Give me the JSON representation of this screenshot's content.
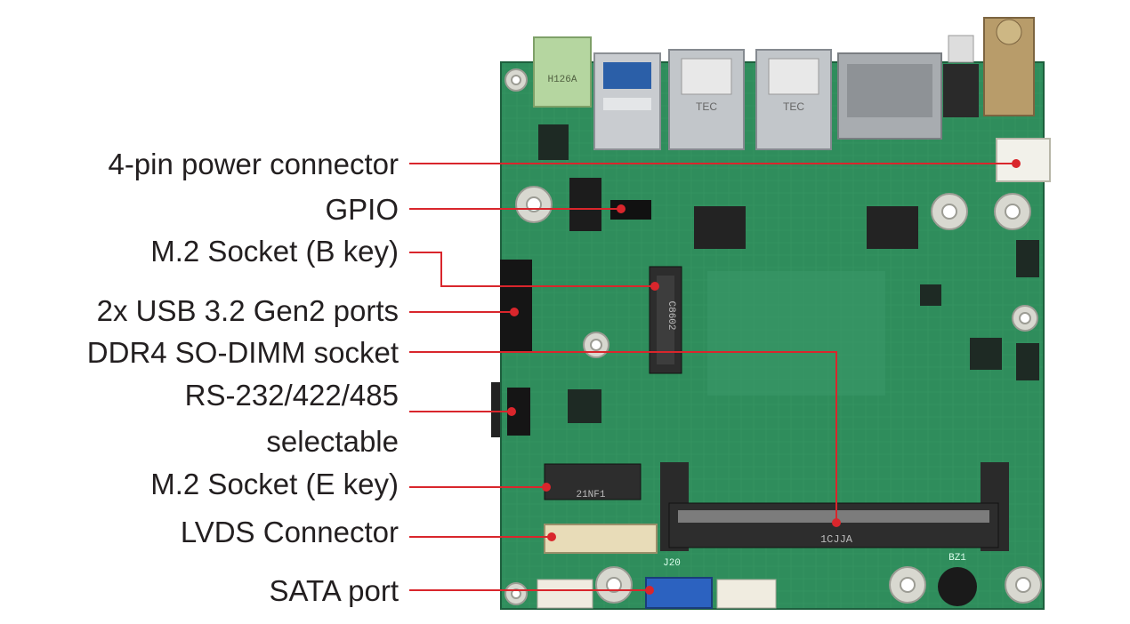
{
  "callouts": [
    {
      "id": "power",
      "label": "4-pin power connector"
    },
    {
      "id": "gpio",
      "label": "GPIO"
    },
    {
      "id": "m2b",
      "label": "M.2 Socket (B key)"
    },
    {
      "id": "usb",
      "label": "2x USB 3.2 Gen2 ports"
    },
    {
      "id": "ddr4",
      "label": "DDR4 SO-DIMM socket"
    },
    {
      "id": "rs232",
      "label_line1": "RS-232/422/485",
      "label_line2": "selectable"
    },
    {
      "id": "m2e",
      "label": "M.2 Socket (E key)"
    },
    {
      "id": "lvds",
      "label": "LVDS Connector"
    },
    {
      "id": "sata",
      "label": "SATA port"
    }
  ],
  "board_markings": {
    "audio_jack": "H126A",
    "m2b_socket": "C8602",
    "m2e_socket": "21NF1",
    "dimm_socket": "1CJJA",
    "header_j20": "J20",
    "buzzer": "BZ1",
    "lan": "TEC"
  },
  "colors": {
    "pcb": "#2e8a5a",
    "pcb_dark": "#1f6b44",
    "leader": "#d9262c",
    "text": "#231f20"
  }
}
